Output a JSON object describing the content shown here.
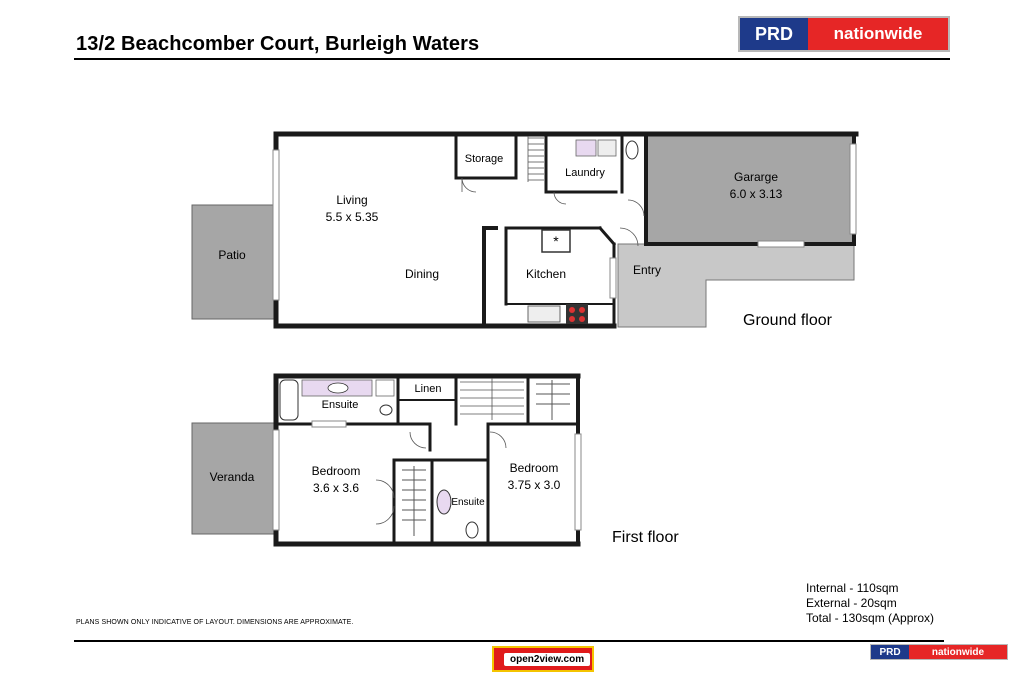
{
  "header": {
    "title": "13/2 Beachcomber Court, Burleigh Waters"
  },
  "logo_top": {
    "left": "PRD",
    "right": "nationwide"
  },
  "logo_bottom": {
    "left": "PRD",
    "right": "nationwide"
  },
  "ground_floor": {
    "label": "Ground floor",
    "rooms": {
      "living": {
        "name": "Living",
        "dims": "5.5 x 5.35"
      },
      "dining": {
        "name": "Dining"
      },
      "kitchen": {
        "name": "Kitchen"
      },
      "storage": {
        "name": "Storage"
      },
      "laundry": {
        "name": "Laundry"
      },
      "garage": {
        "name": "Gararge",
        "dims": "6.0 x 3.13"
      },
      "entry": {
        "name": "Entry"
      },
      "patio": {
        "name": "Patio"
      }
    }
  },
  "first_floor": {
    "label": "First floor",
    "rooms": {
      "ensuite_main": {
        "name": "Ensuite"
      },
      "linen": {
        "name": "Linen"
      },
      "bedroom1": {
        "name": "Bedroom",
        "dims": "3.6 x 3.6"
      },
      "bedroom2": {
        "name": "Bedroom",
        "dims": "3.75 x 3.0"
      },
      "ensuite_small": {
        "name": "Ensuite"
      },
      "veranda": {
        "name": "Veranda"
      }
    }
  },
  "areas": {
    "internal": "Internal - 110sqm",
    "external": "External - 20sqm",
    "total": "Total - 130sqm (Approx)"
  },
  "disclaimer": "PLANS SHOWN ONLY INDICATIVE OF LAYOUT.  DIMENSIONS ARE APPROXIMATE.",
  "open2view": {
    "text": "open2view.com"
  },
  "colors": {
    "prd_blue": "#1e3a8a",
    "prd_red": "#e62626",
    "wall": "#1a1a1a",
    "grey_area": "#a6a6a6"
  }
}
